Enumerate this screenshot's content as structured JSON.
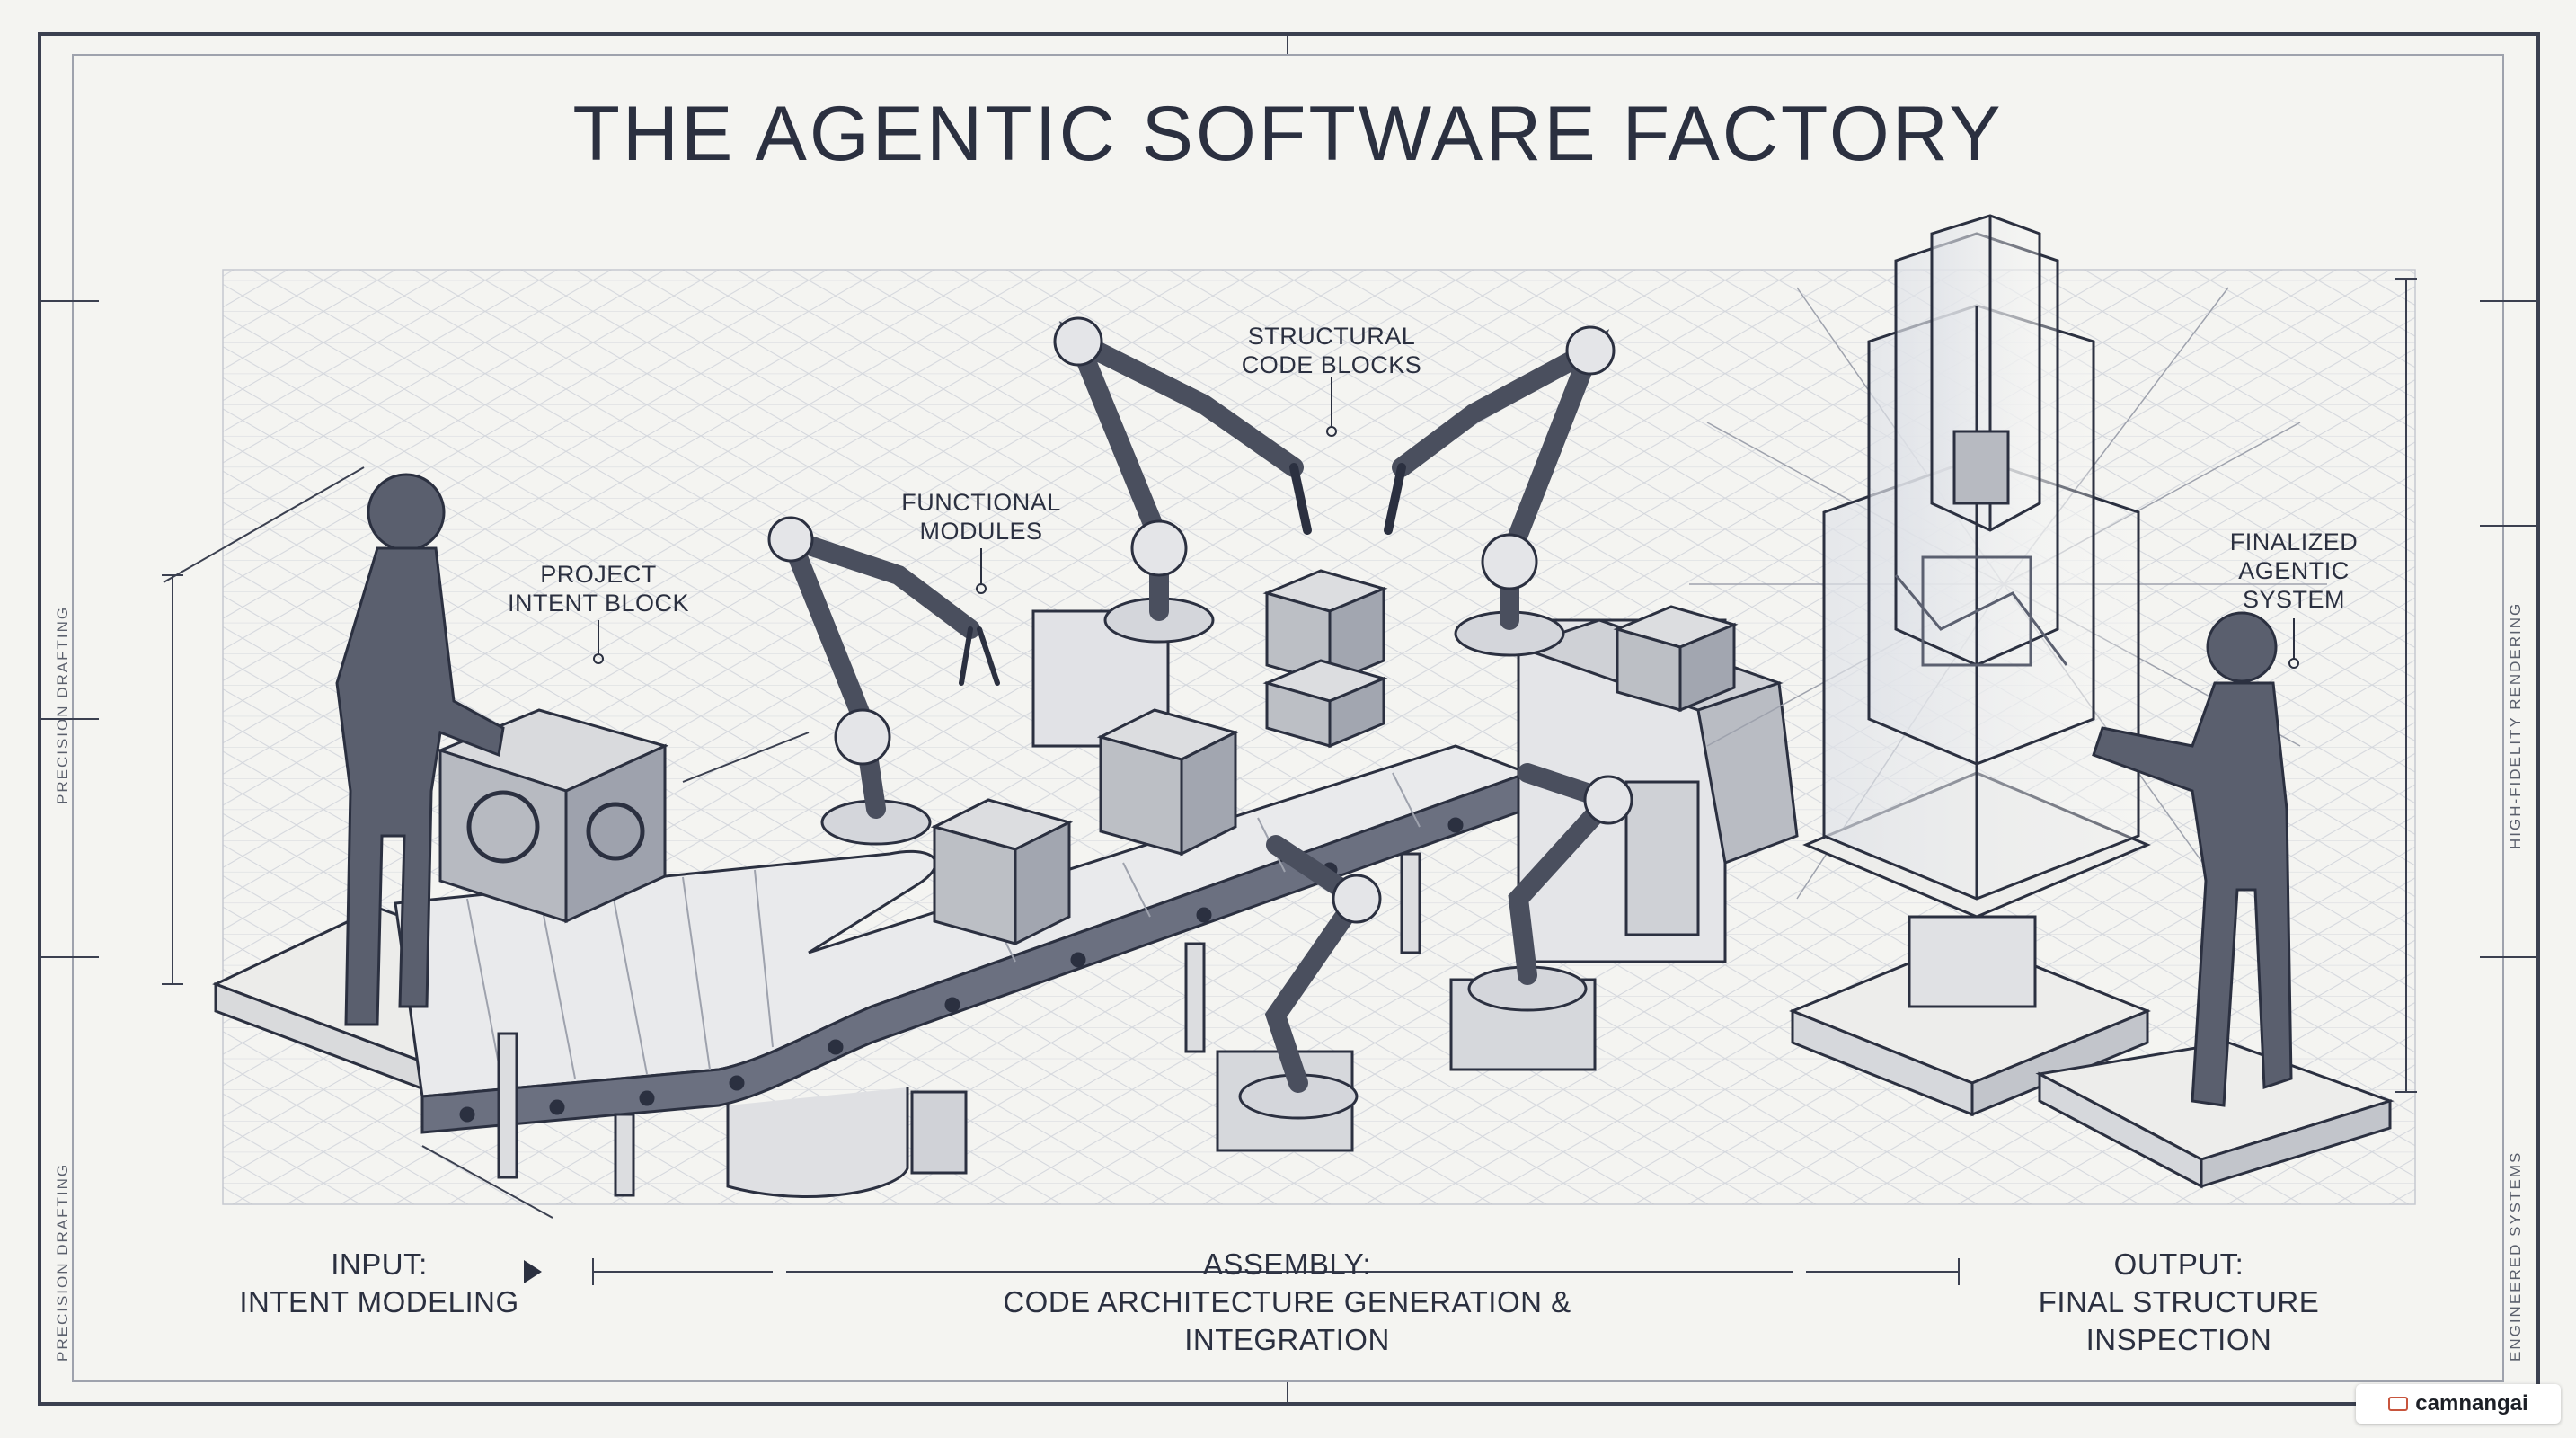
{
  "title": "THE AGENTIC SOFTWARE FACTORY",
  "callouts": {
    "structural": [
      "STRUCTURAL",
      "CODE BLOCKS"
    ],
    "functional": [
      "FUNCTIONAL",
      "MODULES"
    ],
    "project": [
      "PROJECT",
      "INTENT BLOCK"
    ],
    "finalized": [
      "FINALIZED",
      "AGENTIC",
      "SYSTEM"
    ]
  },
  "sections": {
    "input": [
      "INPUT:",
      "INTENT MODELING"
    ],
    "assembly": [
      "ASSEMBLY:",
      "CODE ARCHITECTURE GENERATION & INTEGRATION"
    ],
    "output": [
      "OUTPUT:",
      "FINAL STRUCTURE INSPECTION"
    ]
  },
  "side_text": {
    "left_upper": "PRECISION DRAFTING",
    "left_lower": "PRECISION DRAFTING",
    "right_upper": "HIGH-FIDELITY RENDERING",
    "right_lower": "ENGINEERED SYSTEMS"
  },
  "watermark": "camnangai",
  "colors": {
    "ink": "#2b3040",
    "figure": "#4a4f5e",
    "grid": "#c9ccd3",
    "paper": "#f4f4f1"
  }
}
